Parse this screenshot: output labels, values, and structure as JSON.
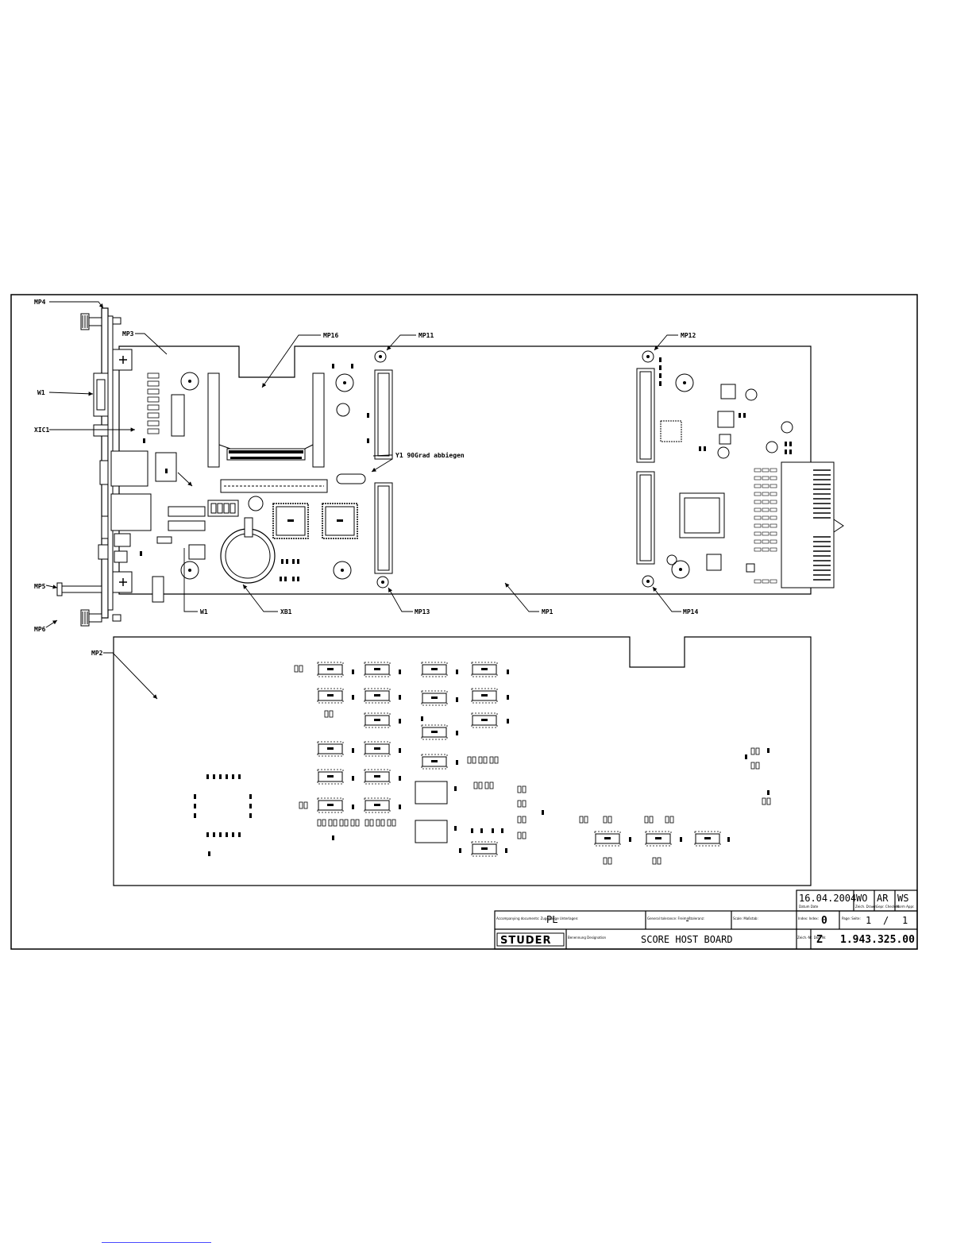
{
  "callouts": {
    "mp4": "MP4",
    "mp3": "MP3",
    "w1_top": "W1",
    "xic1": "XIC1",
    "mp5": "MP5",
    "mp6": "MP6",
    "mp16": "MP16",
    "mp11": "MP11",
    "mp12": "MP12",
    "y1_note": "Y1 90Grad abbiegen",
    "w1_bottom": "W1",
    "xb1": "XB1",
    "mp13": "MP13",
    "mp1": "MP1",
    "mp14": "MP14",
    "mp2": "MP2"
  },
  "title_block": {
    "date": "16.04.2004",
    "drawn_by": "WO",
    "checked_by": "AR",
    "approved_by": "WS",
    "accompanying_doc": "PL",
    "general_tolerance": "-",
    "index": "0",
    "page_current": "1",
    "page_sep": "/",
    "page_total": "1",
    "company": "STUDER",
    "title": "SCORE HOST BOARD",
    "doc_type": "Z",
    "doc_number": "1.943.325.00",
    "labels": {
      "date": "Datum Date",
      "drawn": "Zeich. Drawn",
      "checked": "Gepr. Checked",
      "approved": "Norm Appr.",
      "accompanying": "Accompanying documents: Zugehörige Unterlagen:",
      "tolerance": "General tolerance: Freimaßtoleranz:",
      "scale": "Scale: Maßstab:",
      "index": "Index: Index:",
      "page": "Page: Seite:",
      "designation": "Benennung Designation",
      "docnr": "Zeich.-Nr. Doc. Nr."
    }
  }
}
